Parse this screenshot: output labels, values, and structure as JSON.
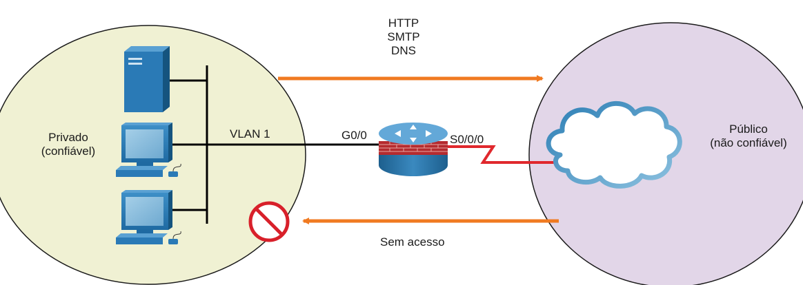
{
  "protocols": [
    "HTTP",
    "SMTP",
    "DNS"
  ],
  "private_zone": {
    "line1": "Privado",
    "line2": "(confiável)"
  },
  "public_zone": {
    "line1": "Público",
    "line2": "(não confiável)"
  },
  "vlan_label": "VLAN 1",
  "interfaces": {
    "inside": "G0/0",
    "outside": "S0/0/0"
  },
  "blocked_label": "Sem acesso",
  "colors": {
    "private_zone": "#f0f1d3",
    "public_zone": "#e2d6e8",
    "arrow": "#f07a21",
    "block": "#d8202a",
    "serial_link": "#e0282d",
    "device_blue": "#2a7ab6"
  },
  "icons": [
    "server-icon",
    "pc-icon",
    "firewall-router-icon",
    "cloud-icon",
    "no-access-icon"
  ]
}
